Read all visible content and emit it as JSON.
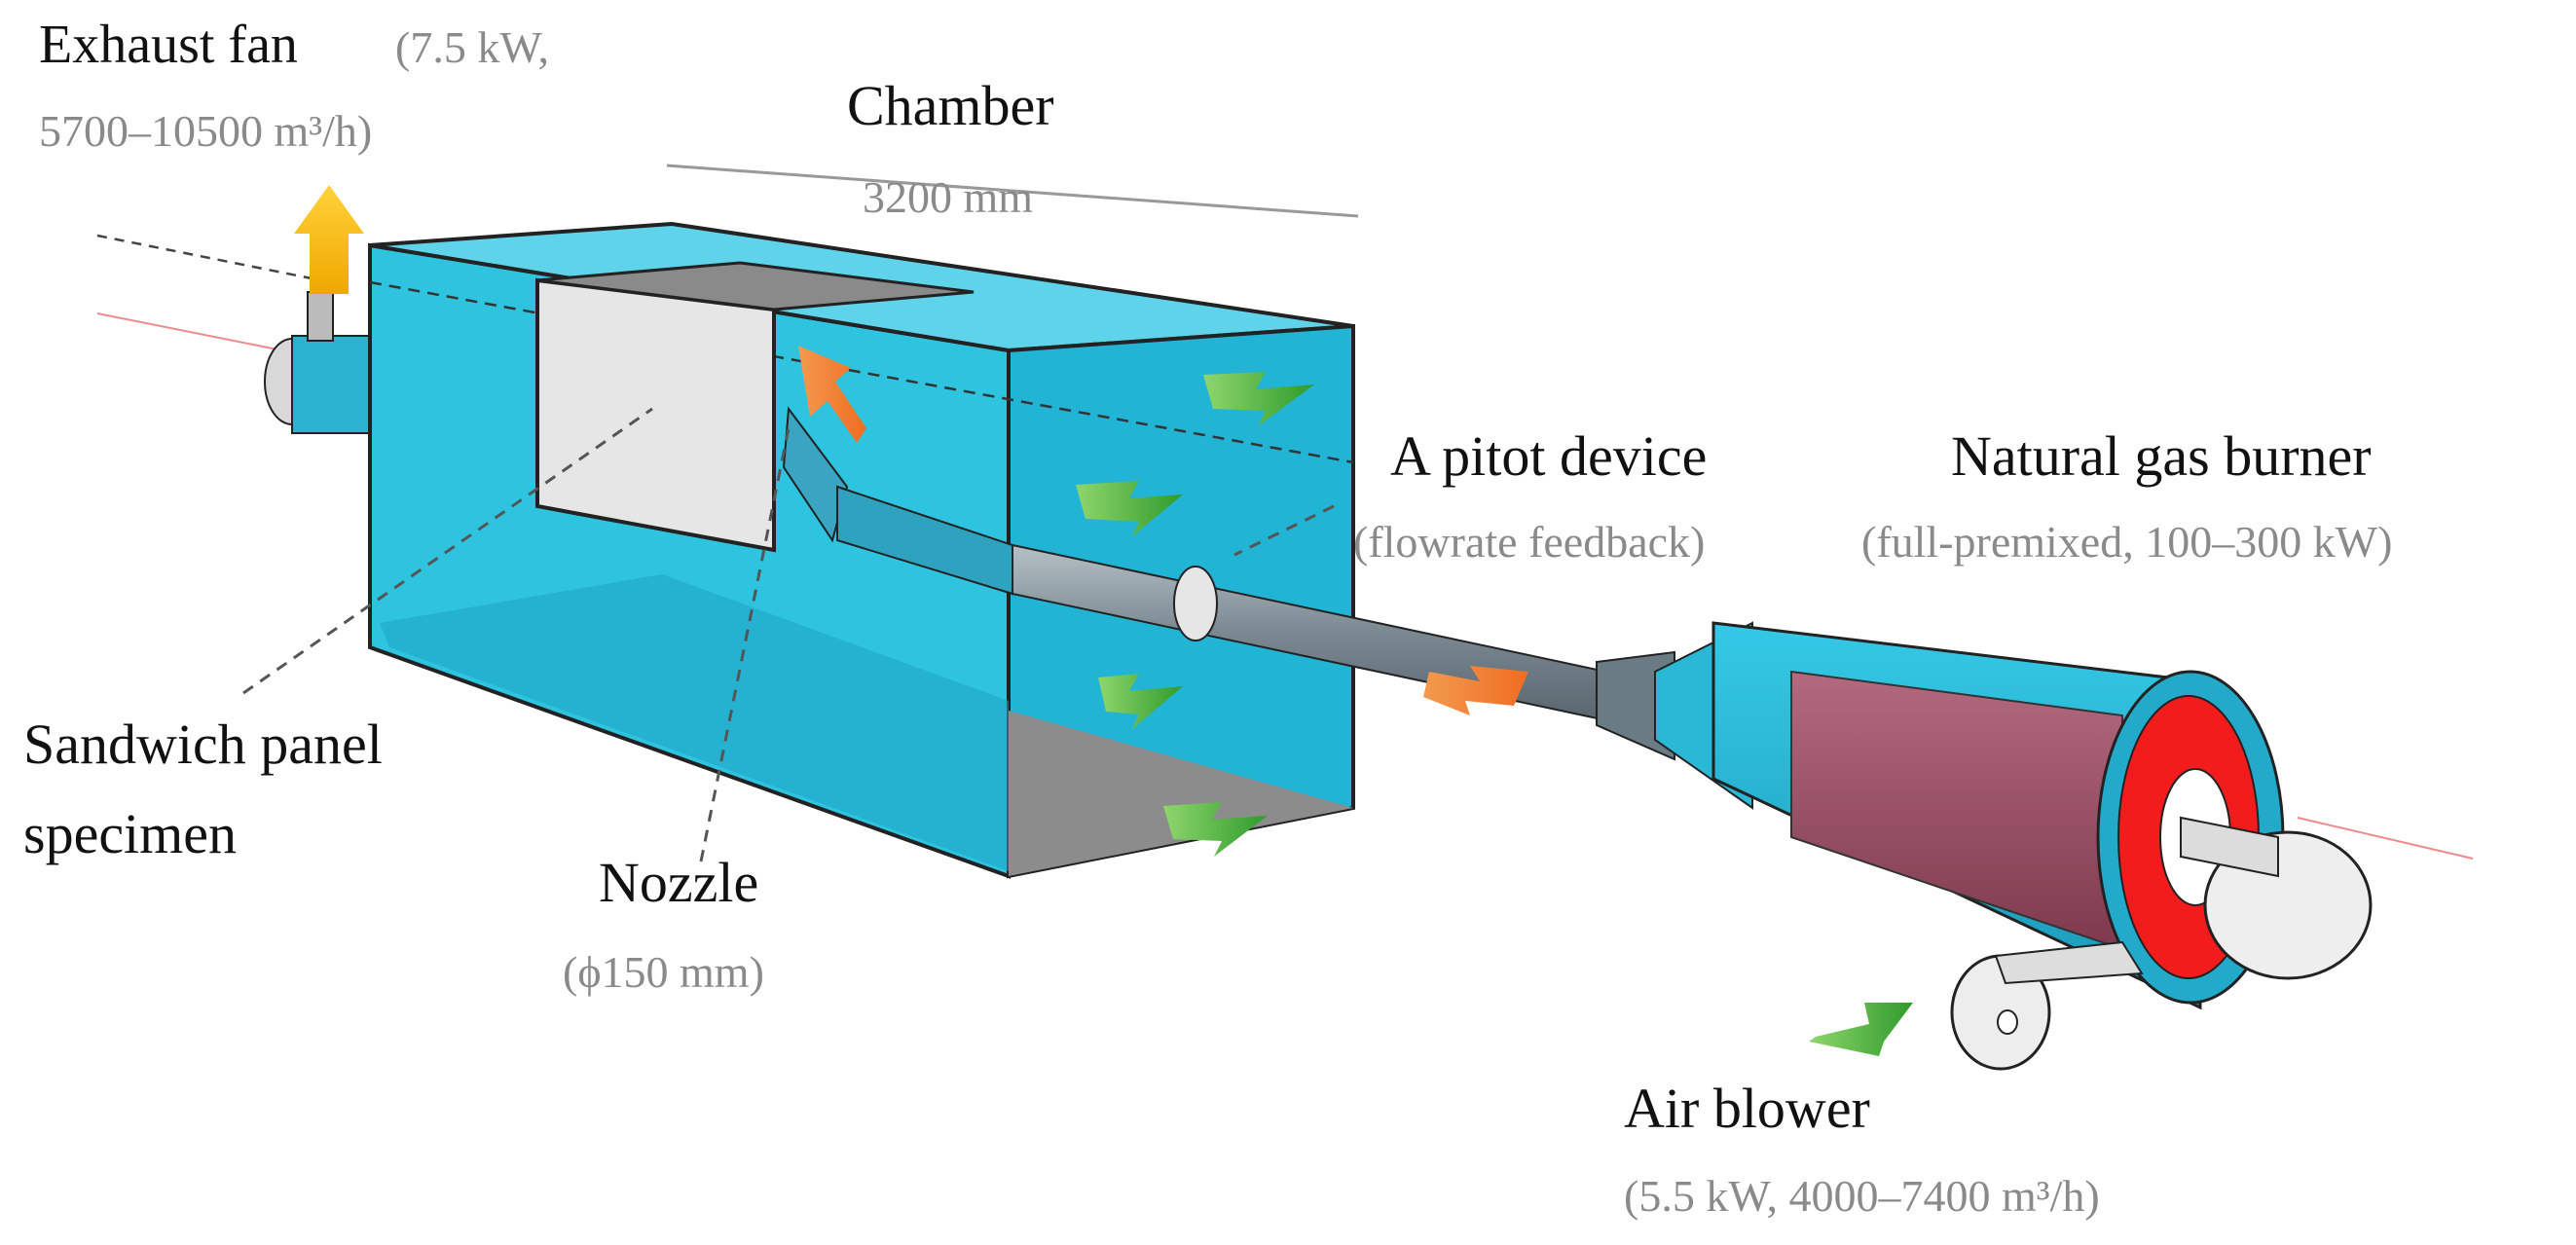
{
  "labels": {
    "exhaust_fan": "Exhaust fan",
    "exhaust_fan_spec_1": "(7.5 kW,",
    "exhaust_fan_spec_2": "5700–10500 m³/h)",
    "chamber": "Chamber",
    "chamber_length": "3200 mm",
    "pitot": "A pitot device",
    "pitot_spec": "(flowrate feedback)",
    "burner": "Natural gas burner",
    "burner_spec": "(full-premixed, 100–300 kW)",
    "sandwich_1": "Sandwich panel",
    "sandwich_2": "specimen",
    "nozzle": "Nozzle",
    "nozzle_spec": "(ϕ150 mm)",
    "air_blower": "Air blower",
    "air_blower_spec": "(5.5 kW, 4000–7400 m³/h)"
  },
  "colors": {
    "chamber_fill": "#2ec4e0",
    "chamber_dark": "#18a6c4",
    "burner_core": "#9c4d63",
    "burner_red": "#f21c1c",
    "pipe": "#7f8d96",
    "arrow_green": "#3fae3a",
    "arrow_orange": "#f07a2e",
    "arrow_yellow": "#f5b400"
  }
}
